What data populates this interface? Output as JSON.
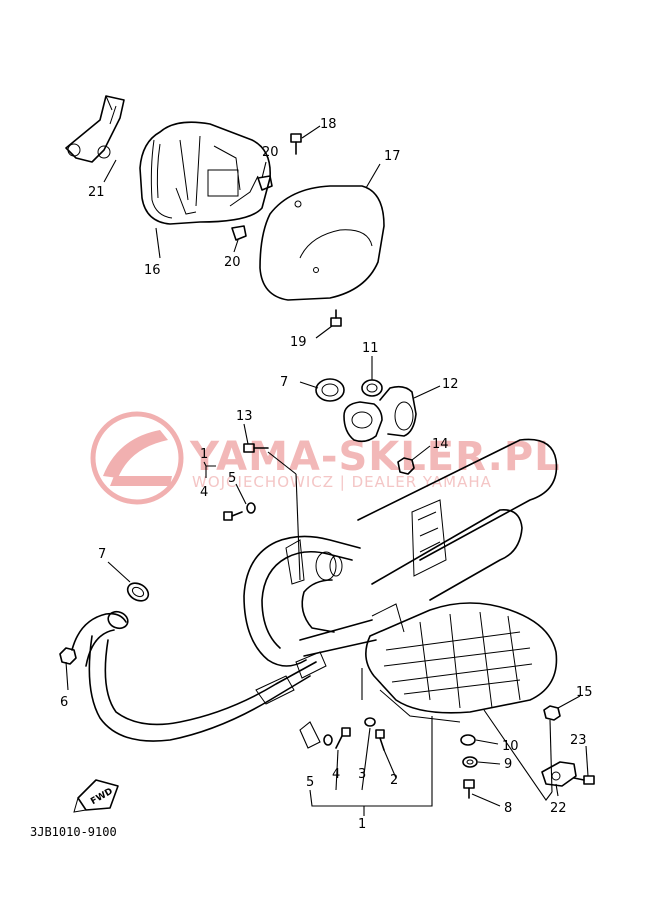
{
  "watermark": {
    "main": "YAMA-SKLER.PL",
    "sub": "WOJCIECHOWICZ | DEALER YAMAHA",
    "color": "#f2b8b8"
  },
  "callouts": {
    "c1a": "1",
    "c1b": "1",
    "c2": "2",
    "c3": "3",
    "c4a": "4",
    "c4b": "4",
    "c5a": "5",
    "c5b": "5",
    "c6": "6",
    "c7a": "7",
    "c7b": "7",
    "c8": "8",
    "c9": "9",
    "c10": "10",
    "c11": "11",
    "c12": "12",
    "c13": "13",
    "c14": "14",
    "c15": "15",
    "c16": "16",
    "c17": "17",
    "c18": "18",
    "c19": "19",
    "c20a": "20",
    "c20b": "20",
    "c21": "21",
    "c22": "22",
    "c23": "23"
  },
  "fwd_label": "FWD",
  "diagram_code": "3JB1010-9100"
}
